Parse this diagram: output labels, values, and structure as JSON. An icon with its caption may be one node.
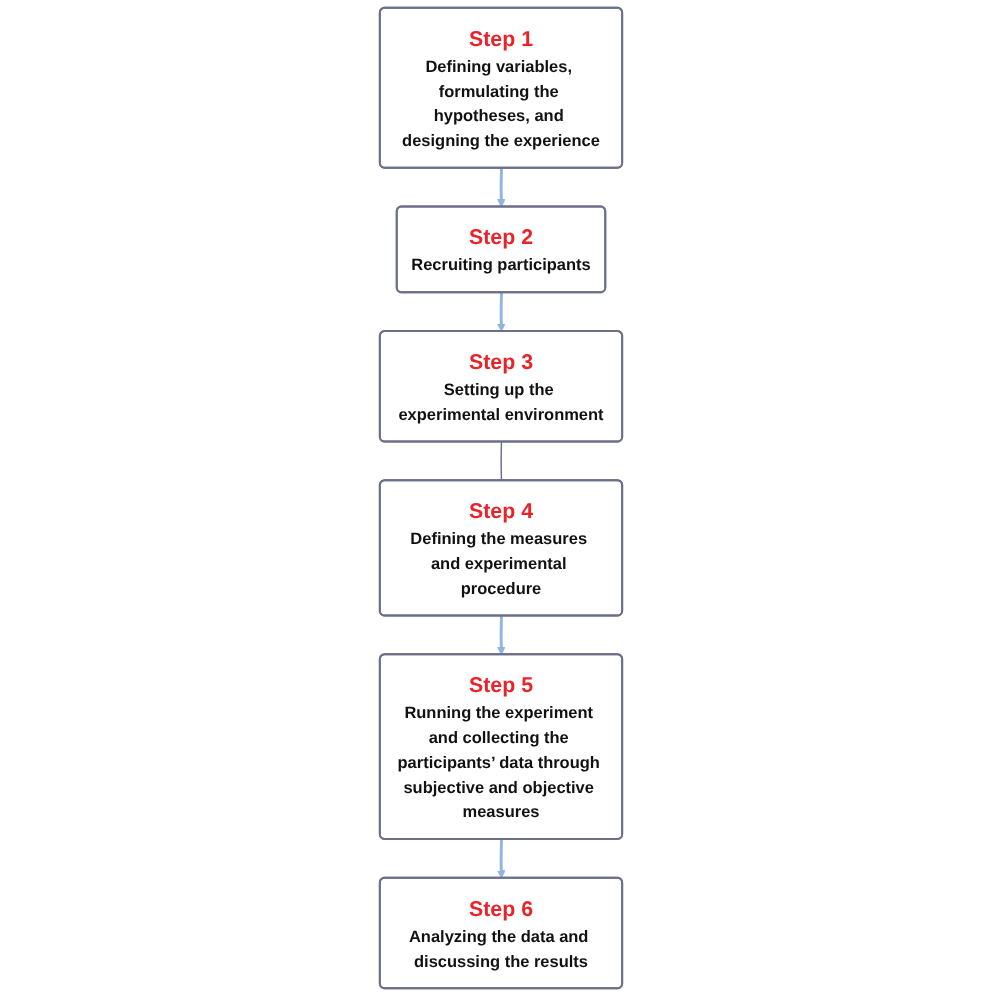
{
  "diagram": {
    "nodes": [
      {
        "text": [
          "Step 1",
          "Defining variables, formulating the hypotheses, and designing the experience"
        ]
      },
      {
        "text": [
          "Step 2",
          "Recruiting participants"
        ]
      },
      {
        "text": [
          "Step 3",
          "Setting up the experimental environment"
        ]
      },
      {
        "text": [
          "Step 4",
          "Defining the measures and experimental procedure"
        ]
      },
      {
        "text": [
          "Step 5",
          "Running the experiment and collecting the participants’ data through subjective and objective measures"
        ]
      },
      {
        "text": [
          "Step 6",
          "Analyzing the data and discussing the results"
        ]
      }
    ],
    "edges": [
      {
        "from": 0,
        "to": 1,
        "arrow": "to",
        "color": "#8fb5e0"
      },
      {
        "from": 1,
        "to": 2,
        "arrow": "to",
        "color": "#8fb5e0"
      },
      {
        "from": 2,
        "to": 3,
        "arrow": "none",
        "color": "#6b6f8a"
      },
      {
        "from": 3,
        "to": 4,
        "arrow": "to",
        "color": "#8fb5e0"
      },
      {
        "from": 4,
        "to": 5,
        "arrow": "to",
        "color": "#8fb5e0"
      }
    ]
  }
}
